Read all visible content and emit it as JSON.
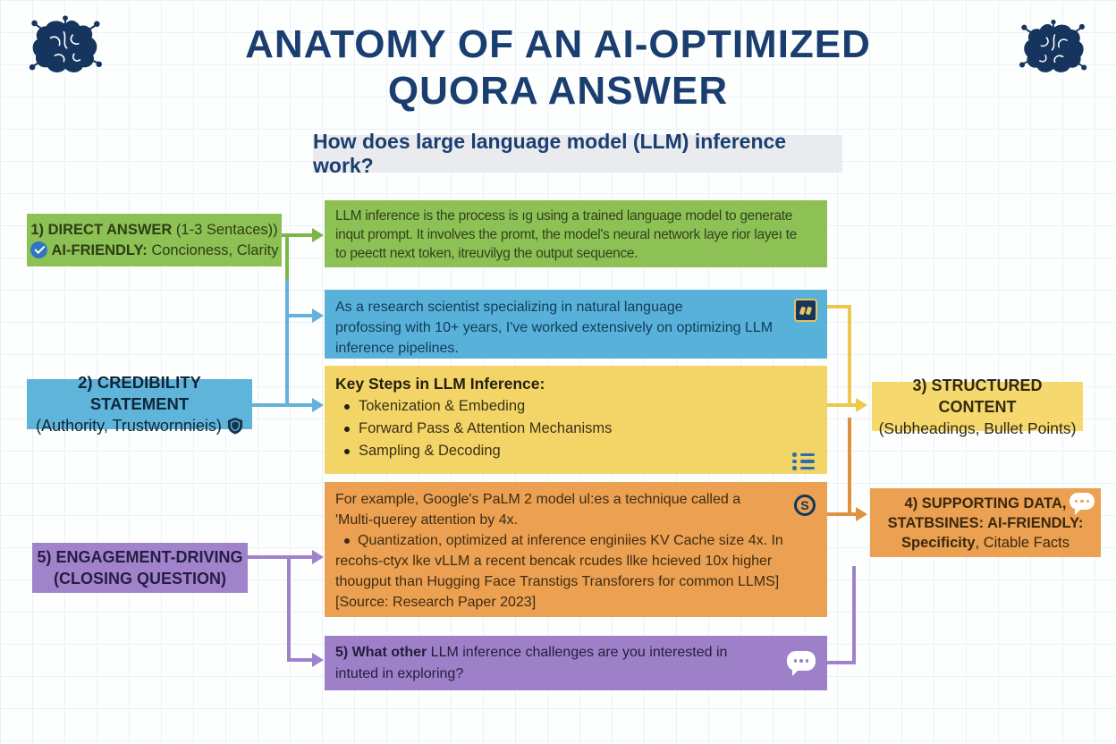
{
  "title": {
    "line1": "ANATOMY OF AN AI-OPTIMIZED",
    "line2": "QUORA ANSWER"
  },
  "question": {
    "text": "How does large language model (LLM) inference work?"
  },
  "answer_boxes": {
    "direct": {
      "lines": [
        "LLM inference is the process is ıg using a trained language model to generate",
        "inqut prompt. It involves the promt, the model's neural network laye rior layeı te",
        "to peectt next token, itreuvilyg the output sequence."
      ]
    },
    "credibility": {
      "lines": [
        "As a research scientist specializing in natural language",
        "profossing with 10+ years, I've worked extensively on optimizing LLM",
        "inference pipelines."
      ]
    },
    "structured": {
      "heading": "Key Steps in LLM Inference:",
      "bullets": [
        "Tokenization & Embeding",
        "Forward Pass & Attention Mechanisms",
        "Sampling & Decoding"
      ]
    },
    "supporting": {
      "line1": "For example, Google's PaLM 2 model ul:es a technique called a",
      "line2": "'Multi-querey attention by 4x.",
      "bullet_line": "Quantization, optimized at inference enginiies KV Cache size 4x. In",
      "line4": "recohs-ctyx lke vLLM a recent bencak rcudes llke hcieved 10x higher",
      "line5": "thougput than Hugging Face Transtigs Transforers for common LLMS]",
      "line6": "[Source: Research Paper 2023]"
    },
    "closing": {
      "bold": "5) What other",
      "line1_rest": " LLM inference challenges are you interested in",
      "line2": "intuted in exploring?"
    }
  },
  "side_labels": {
    "direct": {
      "title_bold": "1) DIRECT ANSWER",
      "title_rest": " (1-3 Sentaces))",
      "sub_bold": "AI-FRIENDLY:",
      "sub_rest": " Concioness, Clarity"
    },
    "credibility": {
      "title": "2) CREDIBILITY STATEMENT",
      "sub": "(Authority, Trustwornnieis)"
    },
    "structured": {
      "title": "3) STRUCTURED CONTENT",
      "sub": "(Subheadings, Bullet Points)"
    },
    "supporting": {
      "line1": "4) SUPPORTING DATA,",
      "line2": "STATBSINES: AI-FRIENDLY:",
      "line3_bold": "Specificity",
      "line3_rest": ", Citable Facts"
    },
    "closing": {
      "line1": "5) ENGAGEMENT-DRIVING",
      "line2": "(CLOSING QUESTION)"
    }
  },
  "icons": {
    "brain": "brain-circuit-icon",
    "check": "checkmark-icon",
    "shield": "shield-icon",
    "quote": "quote-badge-icon",
    "list": "bullet-list-icon",
    "speech": "speech-bubble-icon",
    "source_badge_glyph": "S"
  },
  "colors": {
    "navy": "#1b3e70",
    "green": "#8dc155",
    "green_line": "#7cb648",
    "blue": "#58b1d8",
    "blue_line": "#64b1dc",
    "yellow": "#f3d567",
    "yellow_line": "#ecc94e",
    "orange": "#eba052",
    "orange_line": "#e0913f",
    "purple": "#9d80c8",
    "purple_line": "#9f82cb"
  }
}
